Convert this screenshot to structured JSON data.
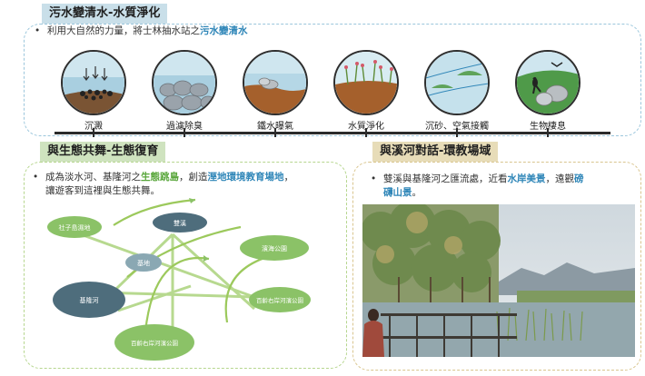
{
  "section1": {
    "title": "污水變清水-水質淨化",
    "bullet_prefix": "利用大自然的力量，將士林抽水站之",
    "bullet_highlight": "污水變清水",
    "steps": [
      "沉澱",
      "過濾除臭",
      "鐵水曝氣",
      "水質淨化",
      "沉砂、空氣接觸",
      "生物棲息"
    ]
  },
  "section2": {
    "title": "與生態共舞-生態復育",
    "line1_a": "成為淡水河、基隆河之",
    "line1_b": "生態跳島",
    "line1_c": "，創造",
    "line1_d": "溼地環境教育場地",
    "line1_e": "，",
    "line2": "讓遊客到這裡與生態共舞。",
    "nodes": {
      "shezi": "社子島濕地",
      "shuangxi": "雙溪",
      "binhai": "濱海公園",
      "jidi": "基地",
      "jilong": "基隆河",
      "bailing": "百齡右岸河濱公園",
      "guandu": "百齡右岸河濱公園"
    }
  },
  "section3": {
    "title": "與溪河對話-環教場域",
    "line1_a": "雙溪與基隆河之匯流處，近看",
    "line1_b": "水岸美景",
    "line1_c": "，遠觀",
    "line1_d": "磅",
    "line2": "礴山景",
    "line2_end": "。"
  },
  "colors": {
    "accent_blue": "#2f86b8",
    "accent_green": "#58a63a",
    "node_dark": "#4e6d7c",
    "node_green": "#8bc267",
    "curve_green": "#9cc95c"
  }
}
